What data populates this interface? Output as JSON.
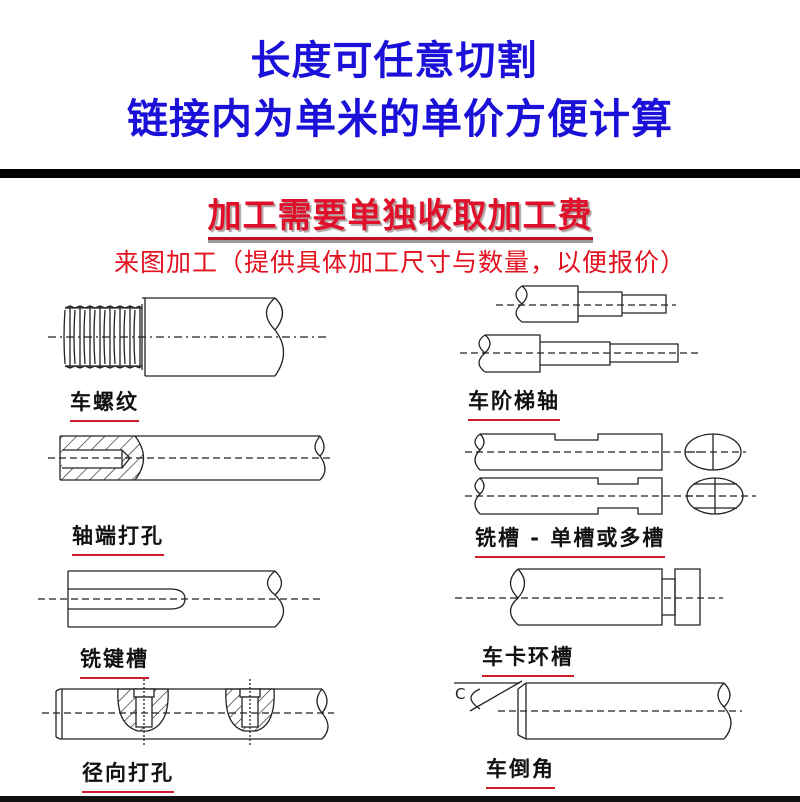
{
  "header": {
    "line1": "长度可任意切割",
    "line2": "链接内为单米的单价方便计算"
  },
  "notice": {
    "title": "加工需要单独收取加工费",
    "note": "来图加工（提供具体加工尺寸与数量，以便报价）"
  },
  "processes": [
    {
      "label": "车螺纹",
      "icon": "thread-turning-diagram"
    },
    {
      "label": "车阶梯轴",
      "icon": "stepped-shaft-diagram"
    },
    {
      "label": "轴端打孔",
      "icon": "shaft-end-drilling-diagram"
    },
    {
      "label": "铣槽 - 单槽或多槽",
      "icon": "slot-milling-diagram"
    },
    {
      "label": "铣键槽",
      "icon": "keyway-milling-diagram"
    },
    {
      "label": "车卡环槽",
      "icon": "snap-ring-groove-diagram"
    },
    {
      "label": "径向打孔",
      "icon": "radial-drilling-diagram"
    },
    {
      "label": "车倒角",
      "icon": "chamfer-diagram"
    }
  ],
  "chamfer_symbol": "C",
  "colors": {
    "header_blue": "#1a10d8",
    "notice_red": "#e0102a",
    "underline_red": "#d01c28",
    "bar_black": "#000000"
  }
}
